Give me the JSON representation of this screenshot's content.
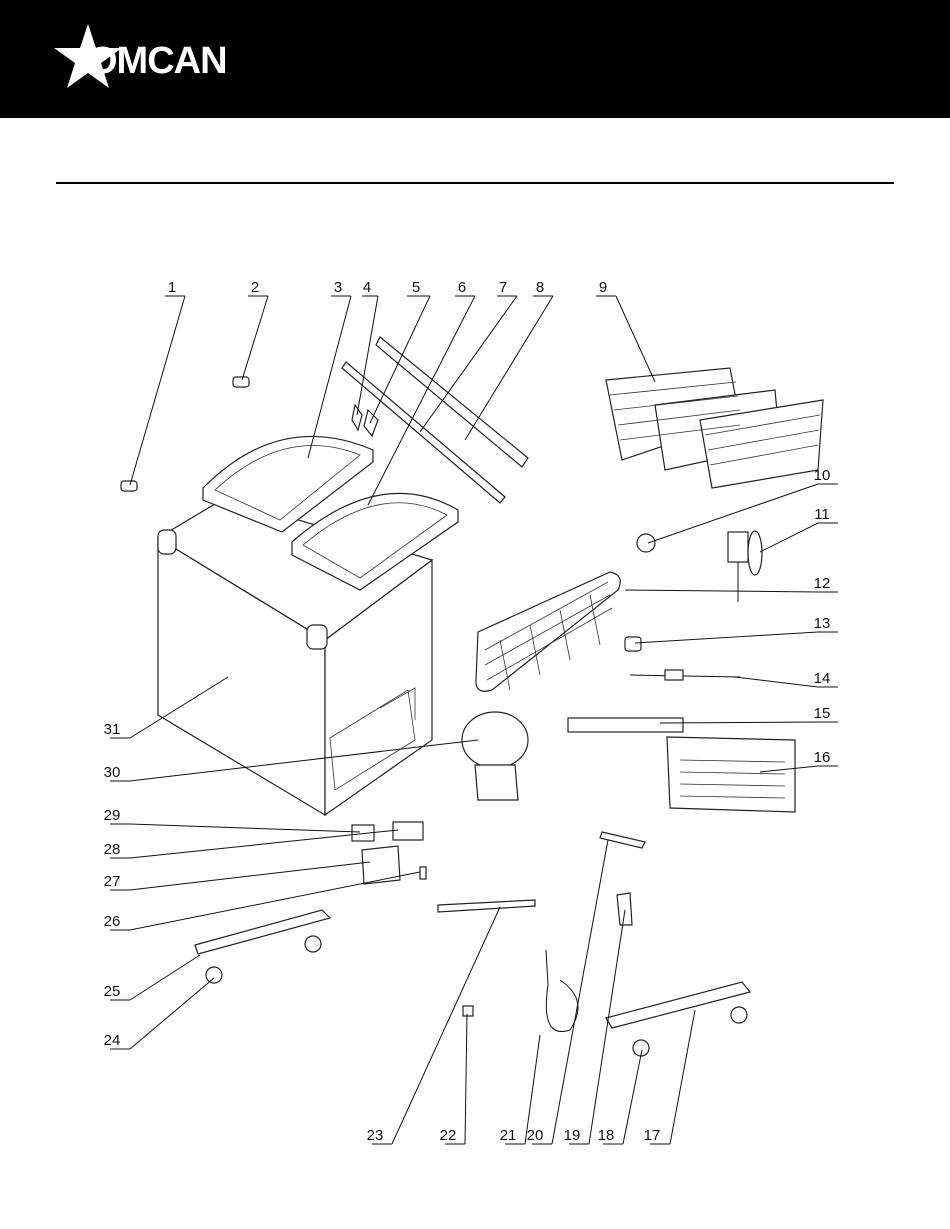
{
  "header": {
    "logo_text": "OMCAN",
    "logo_icon": "star-icon",
    "background": "#000000"
  },
  "diagram": {
    "callouts": [
      "1",
      "2",
      "3",
      "4",
      "5",
      "6",
      "7",
      "8",
      "9",
      "10",
      "11",
      "12",
      "13",
      "14",
      "15",
      "16",
      "17",
      "18",
      "19",
      "20",
      "21",
      "22",
      "23",
      "24",
      "25",
      "26",
      "27",
      "28",
      "29",
      "30",
      "31"
    ]
  }
}
